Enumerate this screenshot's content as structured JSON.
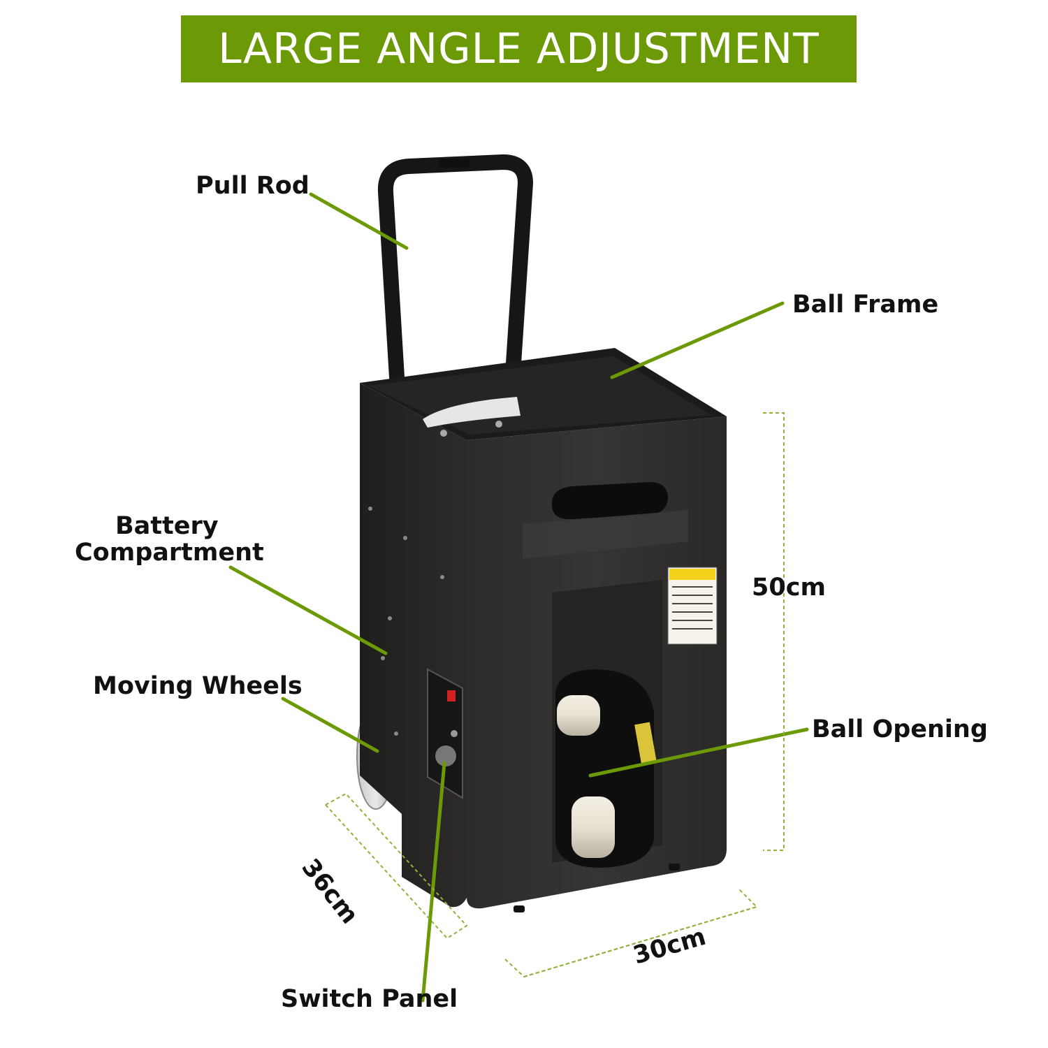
{
  "banner": {
    "title": "LARGE ANGLE ADJUSTMENT"
  },
  "labels": {
    "pull_rod": "Pull Rod",
    "ball_frame": "Ball Frame",
    "battery_line1": "Battery",
    "battery_line2": "Compartment",
    "moving_wheels": "Moving Wheels",
    "ball_opening": "Ball Opening",
    "switch_panel": "Switch Panel"
  },
  "dimensions": {
    "height": "50cm",
    "depth": "36cm",
    "width": "30cm"
  },
  "colors": {
    "accent": "#6b9a06",
    "body": "#2a2927",
    "warning": "#f2d21a"
  }
}
